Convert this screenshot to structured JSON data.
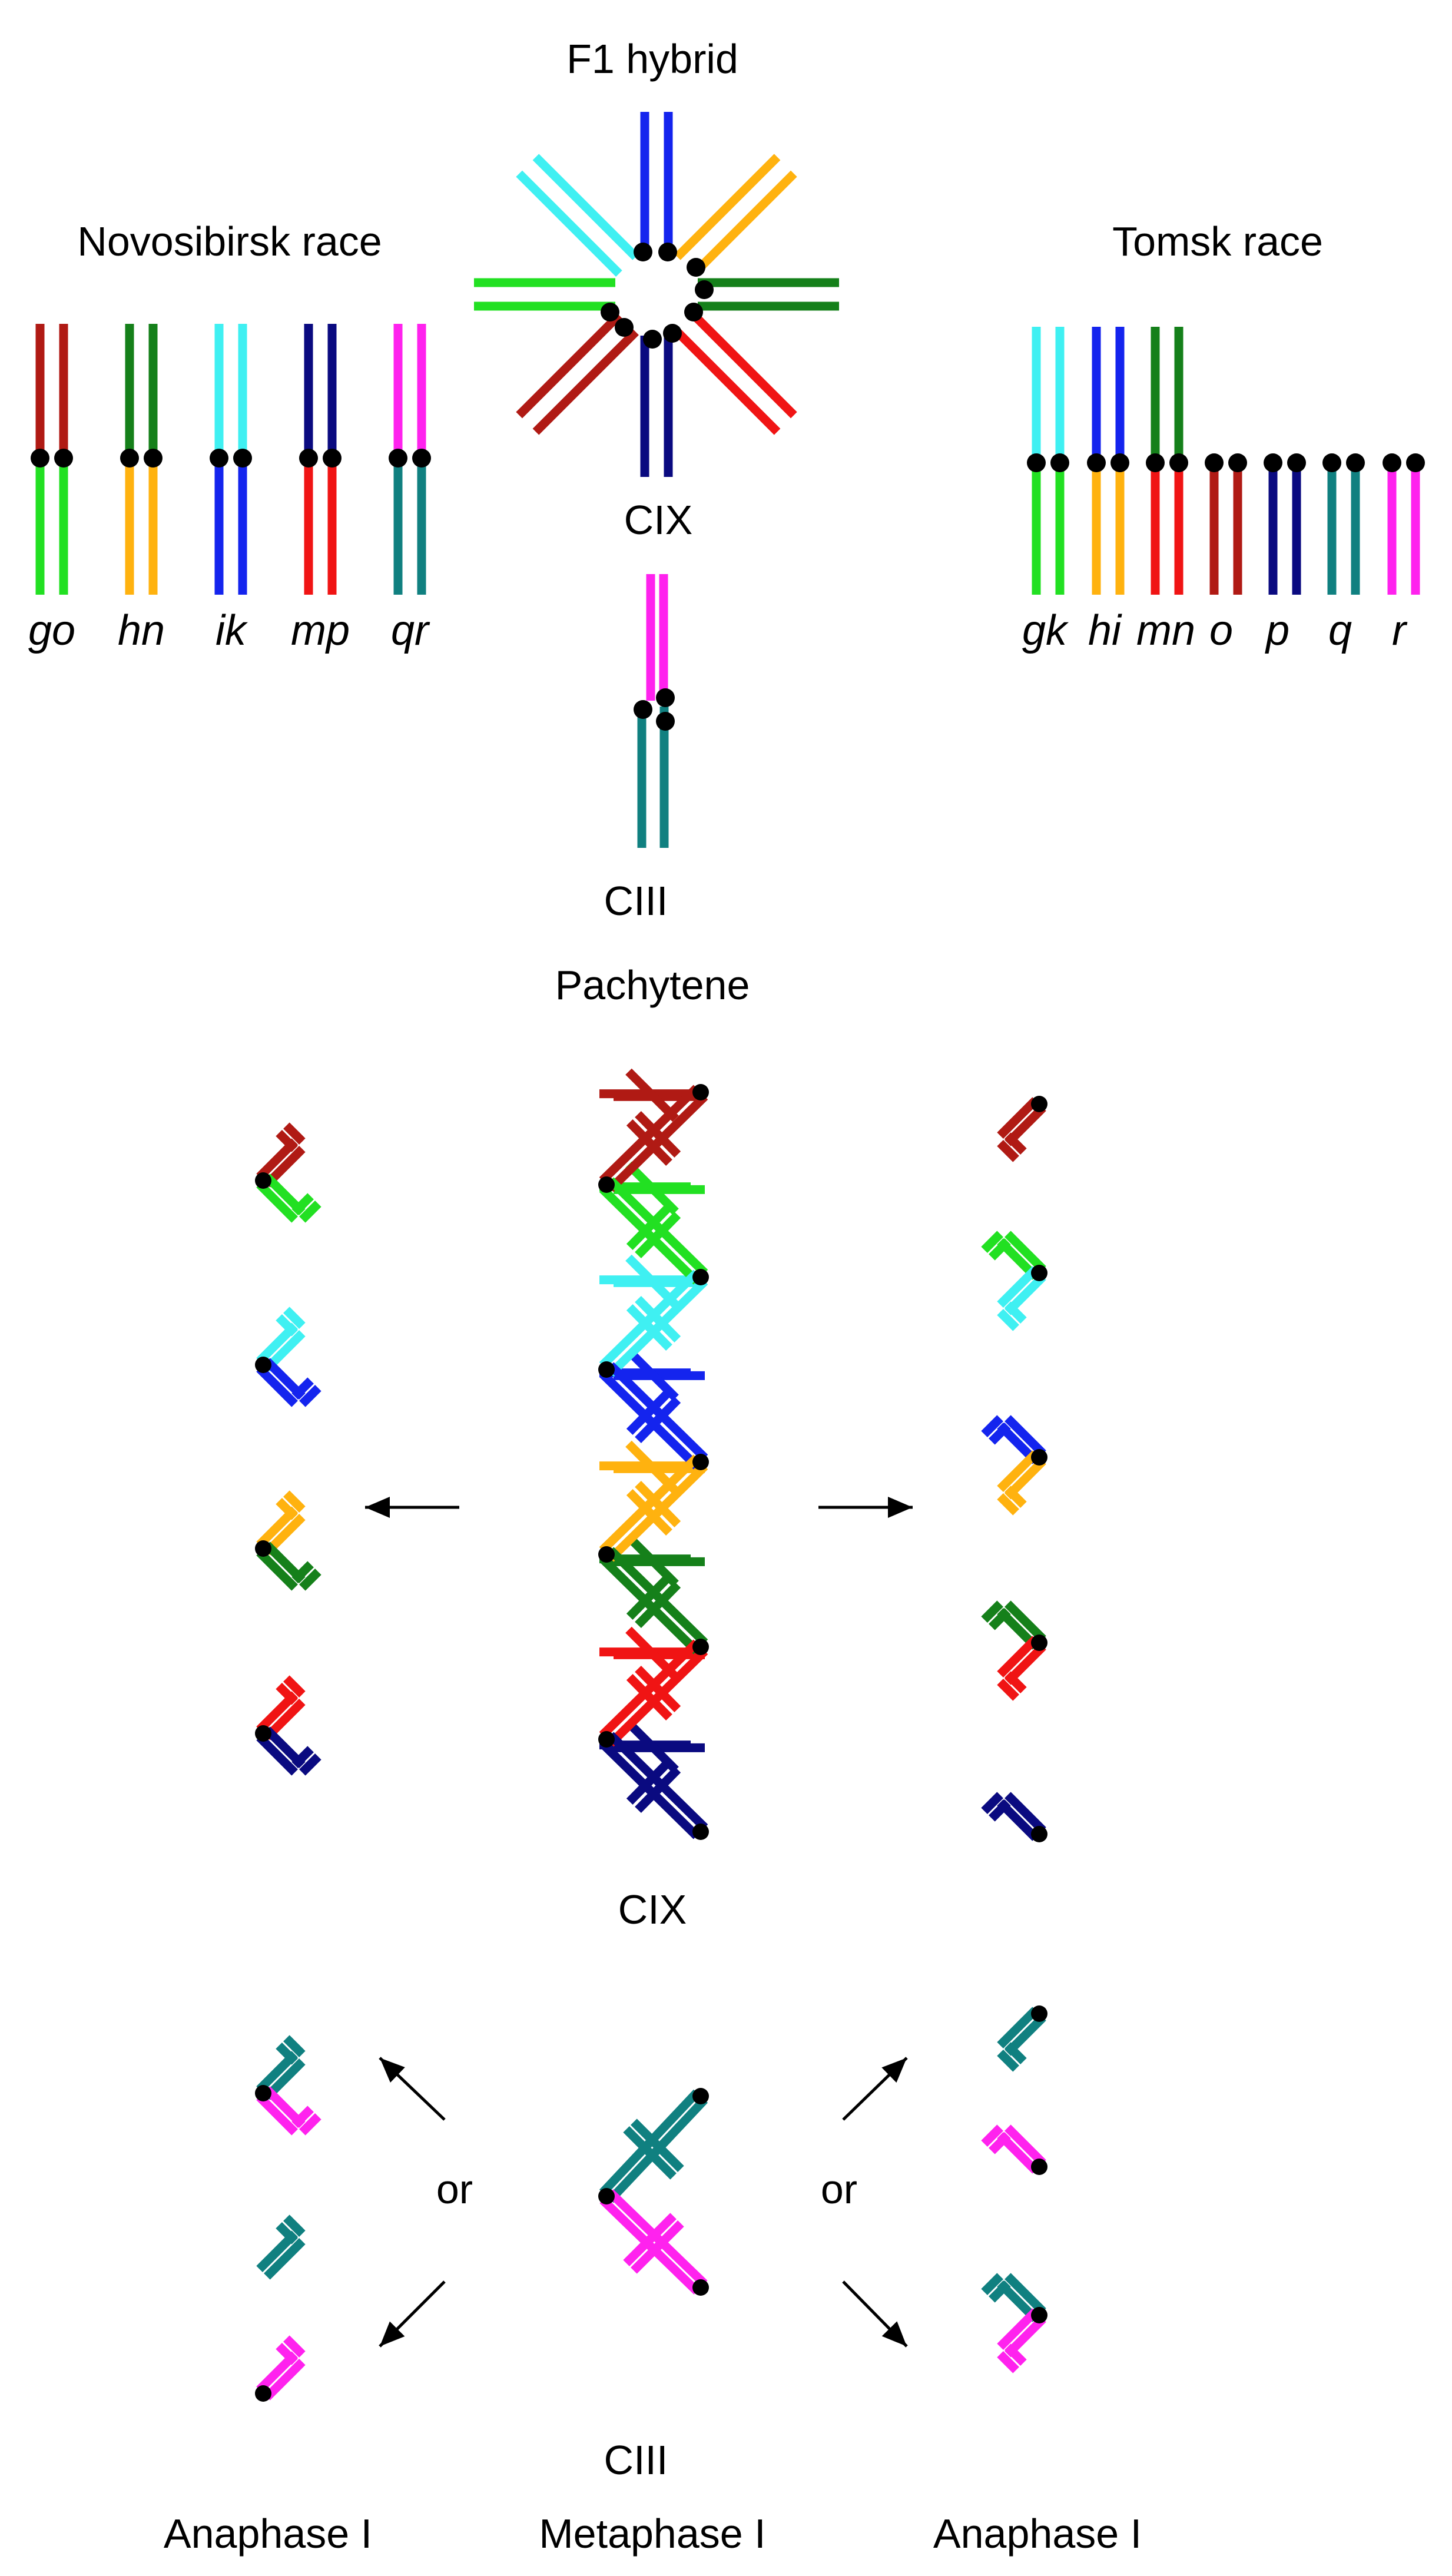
{
  "colors": {
    "a": "#b01a14",
    "b": "#22e022",
    "c": "#15801a",
    "d": "#ffb20f",
    "e": "#3ff0f2",
    "f": "#1424ee",
    "g": "#0a0a80",
    "h": "#f01414",
    "i": "#ff22ee",
    "j": "#108080",
    "centromere": "#000000",
    "arrow": "#000000"
  },
  "labels": {
    "f1_hybrid": "F1 hybrid",
    "novosibirsk": "Novosibirsk race",
    "tomsk": "Tomsk race",
    "cix_top": "CIX",
    "ciii_top": "CIII",
    "pachytene": "Pachytene",
    "cix_mid": "CIX",
    "or_left": "or",
    "or_right": "or",
    "ciii_bottom": "CIII",
    "anaphase_left": "Anaphase I",
    "metaphase": "Metaphase I",
    "anaphase_right": "Anaphase I"
  },
  "novosibirsk_chromosomes": [
    {
      "label": "go",
      "top_arm": "a",
      "bottom_arm": "b"
    },
    {
      "label": "hn",
      "top_arm": "c",
      "bottom_arm": "d"
    },
    {
      "label": "ik",
      "top_arm": "e",
      "bottom_arm": "f"
    },
    {
      "label": "mp",
      "top_arm": "g",
      "bottom_arm": "h"
    },
    {
      "label": "qr",
      "top_arm": "i",
      "bottom_arm": "j"
    }
  ],
  "tomsk_chromosomes": [
    {
      "label": "gk",
      "top_arm": "e",
      "bottom_arm": "b"
    },
    {
      "label": "hi",
      "top_arm": "f",
      "bottom_arm": "d"
    },
    {
      "label": "mn",
      "top_arm": "c",
      "bottom_arm": "h"
    },
    {
      "label": "o",
      "arm": "a"
    },
    {
      "label": "p",
      "arm": "g"
    },
    {
      "label": "q",
      "arm": "j"
    },
    {
      "label": "r",
      "arm": "i"
    }
  ],
  "ring_arms": [
    "f",
    "d",
    "c",
    "h",
    "g",
    "a",
    "b",
    "e"
  ],
  "chain_order": [
    "a",
    "b",
    "e",
    "f",
    "d",
    "c",
    "h",
    "g"
  ],
  "ciii_arms": [
    "i",
    "j"
  ]
}
